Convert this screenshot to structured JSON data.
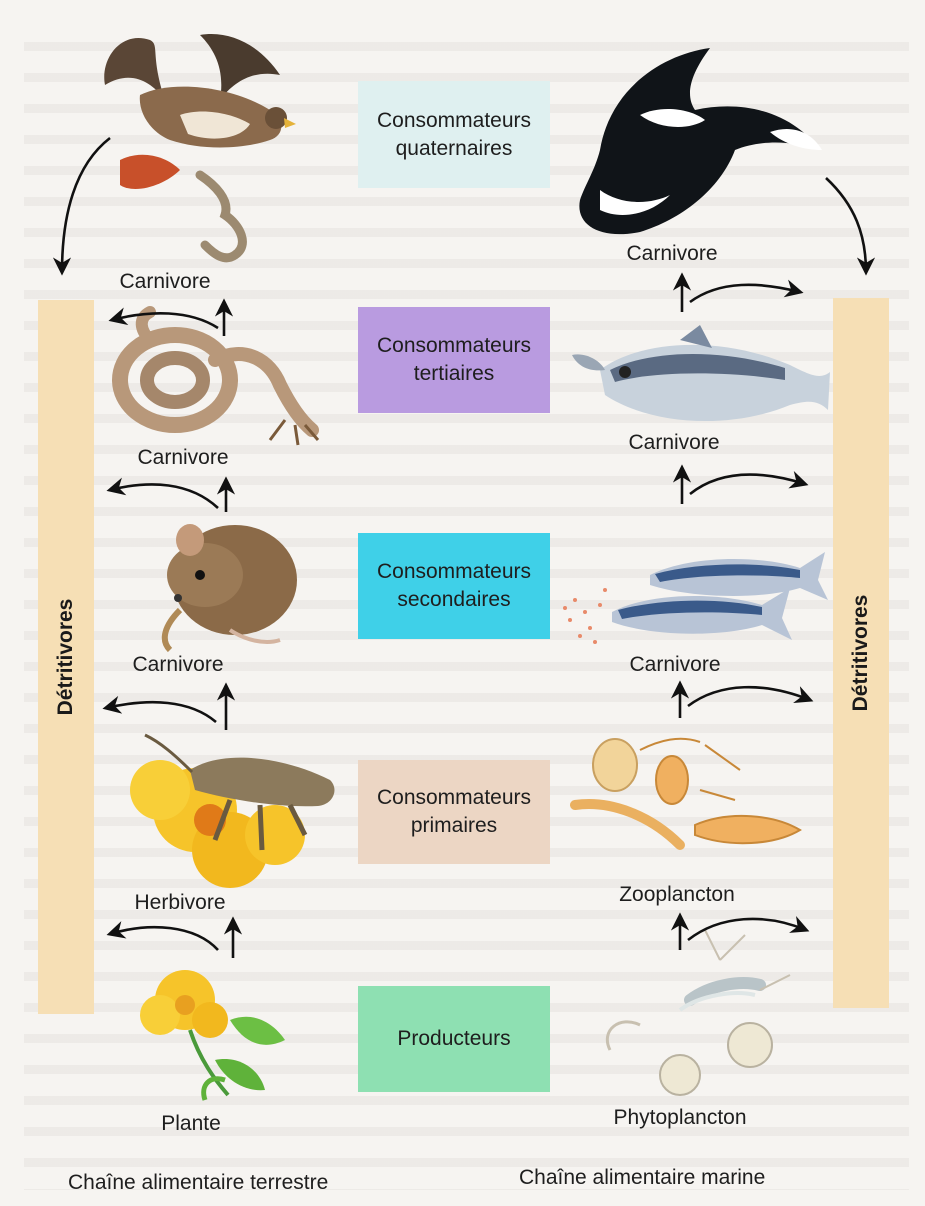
{
  "levels": {
    "quaternary": {
      "label": "Consommateurs\nquaternaires",
      "color": "#dff0f0"
    },
    "tertiary": {
      "label": "Consommateurs\ntertiaires",
      "color": "#b99be0"
    },
    "secondary": {
      "label": "Consommateurs\nsecondaires",
      "color": "#3fd0e8"
    },
    "primary": {
      "label": "Consommateurs\nprimaires",
      "color": "#ecd6c4"
    },
    "producers": {
      "label": "Producteurs",
      "color": "#8ee0b2"
    }
  },
  "terrestrial": {
    "caption": "Chaîne alimentaire terrestre",
    "labels": {
      "hawk": "Carnivore",
      "snake": "Carnivore",
      "mouse": "Carnivore",
      "grasshopper": "Herbivore",
      "plant": "Plante"
    },
    "icons": [
      "hawk-icon",
      "snake-icon",
      "mouse-icon",
      "grasshopper-icon",
      "flower-icon"
    ]
  },
  "marine": {
    "caption": "Chaîne alimentaire marine",
    "labels": {
      "orca": "Carnivore",
      "tuna": "Carnivore",
      "fish": "Carnivore",
      "zooplankton": "Zooplancton",
      "phytoplankton": "Phytoplancton"
    },
    "icons": [
      "orca-icon",
      "tuna-icon",
      "small-fish-icon",
      "zooplankton-icon",
      "phytoplankton-icon"
    ]
  },
  "detritivores": {
    "left": "Détritivores",
    "right": "Détritivores",
    "color": "#f6dfb5"
  }
}
